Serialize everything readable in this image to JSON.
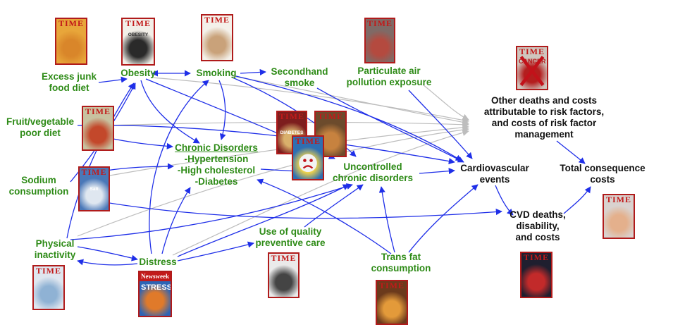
{
  "nodes": {
    "junk_food": {
      "lines": [
        "Excess junk",
        "food diet"
      ],
      "color": "green"
    },
    "obesity": {
      "lines": [
        "Obesity"
      ],
      "color": "green"
    },
    "smoking": {
      "lines": [
        "Smoking"
      ],
      "color": "green"
    },
    "secondhand": {
      "lines": [
        "Secondhand",
        "smoke"
      ],
      "color": "green"
    },
    "particulate": {
      "lines": [
        "Particulate air",
        "pollution exposure"
      ],
      "color": "green"
    },
    "fruit_veg": {
      "lines": [
        "Fruit/vegetable",
        "poor diet"
      ],
      "color": "green"
    },
    "chronic": {
      "lines": [
        "Chronic Disorders",
        "-Hypertension",
        "-High cholesterol",
        "-Diabetes"
      ],
      "color": "green"
    },
    "sodium": {
      "lines": [
        "Sodium",
        "consumption"
      ],
      "color": "green"
    },
    "uncontrolled": {
      "lines": [
        "Uncontrolled",
        "chronic disorders"
      ],
      "color": "green"
    },
    "physical": {
      "lines": [
        "Physical",
        "inactivity"
      ],
      "color": "green"
    },
    "distress": {
      "lines": [
        "Distress"
      ],
      "color": "green"
    },
    "preventive": {
      "lines": [
        "Use of quality",
        "preventive care"
      ],
      "color": "green"
    },
    "transfat": {
      "lines": [
        "Trans fat",
        "consumption"
      ],
      "color": "green"
    },
    "other": {
      "lines": [
        "Other deaths and costs",
        "attributable to risk factors,",
        "and costs of risk factor",
        "management"
      ],
      "color": "black"
    },
    "cvd_events": {
      "lines": [
        "Cardiovascular",
        "events"
      ],
      "color": "black"
    },
    "total": {
      "lines": [
        "Total consequence",
        "costs"
      ],
      "color": "black"
    },
    "cvd_deaths": {
      "lines": [
        "CVD deaths,",
        "disability,",
        "and costs"
      ],
      "color": "black"
    }
  },
  "covers": [
    {
      "key": "cover_junk",
      "masthead": "TIME",
      "tag": "",
      "bg": "#e8a63a",
      "art": "#d9862a"
    },
    {
      "key": "cover_obesity",
      "masthead": "TIME",
      "tag": "OBESITY",
      "bg": "#f2efe8",
      "art": "#2a2a2a"
    },
    {
      "key": "cover_smoking",
      "masthead": "TIME",
      "tag": "",
      "bg": "#f4f1ea",
      "art": "#c9a27a"
    },
    {
      "key": "cover_pollution",
      "masthead": "TIME",
      "tag": "",
      "bg": "#7f6a66",
      "art": "#b44a3f"
    },
    {
      "key": "cover_cancer",
      "masthead": "TIME",
      "tag": "CANCER",
      "bg": "#cfc6be",
      "art": "#b41e1e"
    },
    {
      "key": "cover_fruit",
      "masthead": "TIME",
      "tag": "",
      "bg": "#c8c2a0",
      "art": "#c3482b"
    },
    {
      "key": "cover_diabetes",
      "masthead": "TIME",
      "tag": "DIABETES",
      "bg": "#7d1e1e",
      "art": "#d9b06b"
    },
    {
      "key": "cover_burger",
      "masthead": "TIME",
      "tag": "",
      "bg": "#6c4b2c",
      "art": "#c7823f"
    },
    {
      "key": "cover_cholesterol",
      "masthead": "TIME",
      "tag": "",
      "bg": "#2f6fb2",
      "art": "#f0d24a"
    },
    {
      "key": "cover_salt",
      "masthead": "TIME",
      "tag": "Salt",
      "bg": "#4a78b8",
      "art": "#dfe7f0"
    },
    {
      "key": "cover_cost",
      "masthead": "TIME",
      "tag": "",
      "bg": "#d9d2cf",
      "art": "#e4b08c"
    },
    {
      "key": "cover_physical",
      "masthead": "TIME",
      "tag": "",
      "bg": "#dfe6ef",
      "art": "#8fb2d4"
    },
    {
      "key": "cover_stress",
      "masthead": "Newsweek",
      "tag": "STRESS",
      "bg": "#2d64b5",
      "art": "#e07a2a"
    },
    {
      "key": "cover_health",
      "masthead": "TIME",
      "tag": "",
      "bg": "#eaeaea",
      "art": "#444444"
    },
    {
      "key": "cover_transfat",
      "masthead": "TIME",
      "tag": "",
      "bg": "#6b3a1c",
      "art": "#e39a3a"
    },
    {
      "key": "cover_heart",
      "masthead": "TIME",
      "tag": "",
      "bg": "#1f1f2f",
      "art": "#c22a2a"
    }
  ],
  "colors": {
    "edge_blue": "#1f2fe8",
    "edge_gray": "#bdbdbd",
    "green": "#2e8b17",
    "black": "#111111",
    "cover_border": "#b01b1b"
  }
}
